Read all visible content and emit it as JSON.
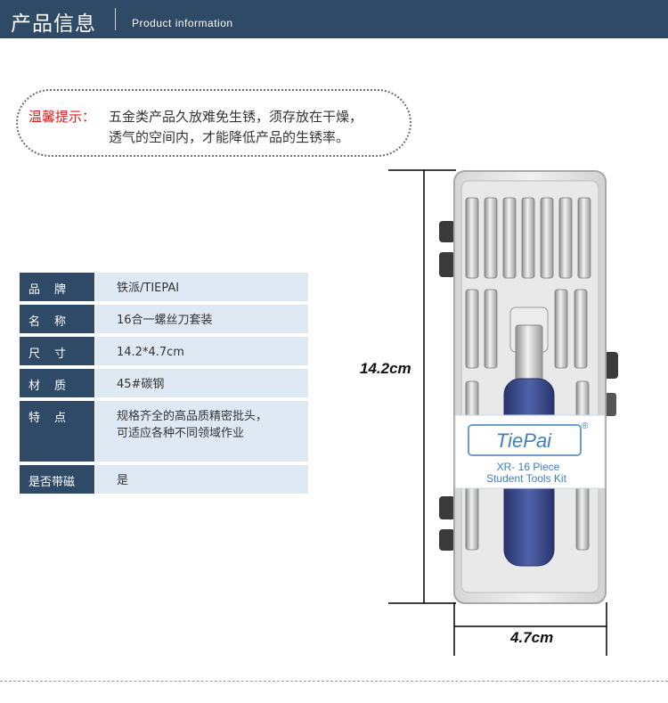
{
  "header": {
    "title_cn": "产品信息",
    "title_en": "Product information"
  },
  "notice": {
    "label": "温馨提示：",
    "line1": "五金类产品久放难免生锈，须存放在干燥，",
    "line2": "透气的空间内，才能降低产品的生锈率。"
  },
  "specs": [
    {
      "key": "品牌",
      "value": "铁派/TIEPAI"
    },
    {
      "key": "名称",
      "value": "16合一螺丝刀套装"
    },
    {
      "key": "尺寸",
      "value": "14.2*4.7cm"
    },
    {
      "key": "材质",
      "value": "45#碳钢"
    },
    {
      "key": "特点",
      "value": "规格齐全的高品质精密批头，",
      "value2": "可适应各种不同领域作业"
    },
    {
      "key": "是否带磁",
      "value": "是"
    }
  ],
  "product": {
    "brand_logo": "TiePai",
    "registered_mark": "®",
    "model_line1": "XR- 16 Piece",
    "model_line2": "Student Tools Kit",
    "height_label": "14.2cm",
    "width_label": "4.7cm"
  },
  "colors": {
    "header_bg": "#2e4a66",
    "key_bg": "#2e4a66",
    "value_bg": "#dfe9f4",
    "notice_label": "#d72222",
    "handle_blue": "#3c4f98"
  }
}
